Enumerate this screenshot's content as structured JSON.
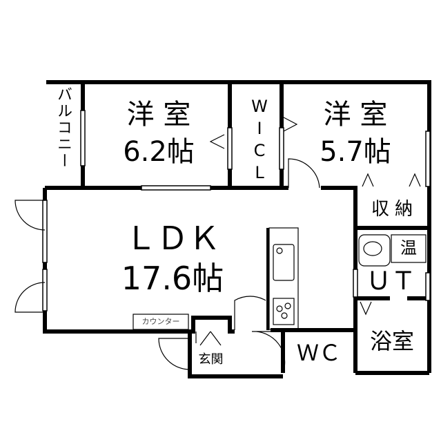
{
  "rooms": {
    "balcony": {
      "label": "バルコニー"
    },
    "bedroom1": {
      "label": "洋 室",
      "size": "6.2帖"
    },
    "wic": {
      "label": "WICL"
    },
    "bedroom2": {
      "label": "洋 室",
      "size": "5.7帖"
    },
    "storage": {
      "label": "収 納"
    },
    "ldk": {
      "label": "ＬＤＫ",
      "size": "17.6帖"
    },
    "water_heater": {
      "label": "温"
    },
    "utility": {
      "label": "ＵＴ"
    },
    "bath": {
      "label": "浴室"
    },
    "wc": {
      "label": "ＷＣ"
    },
    "entrance": {
      "label": "玄関"
    },
    "counter": {
      "label": "カウンター"
    }
  }
}
